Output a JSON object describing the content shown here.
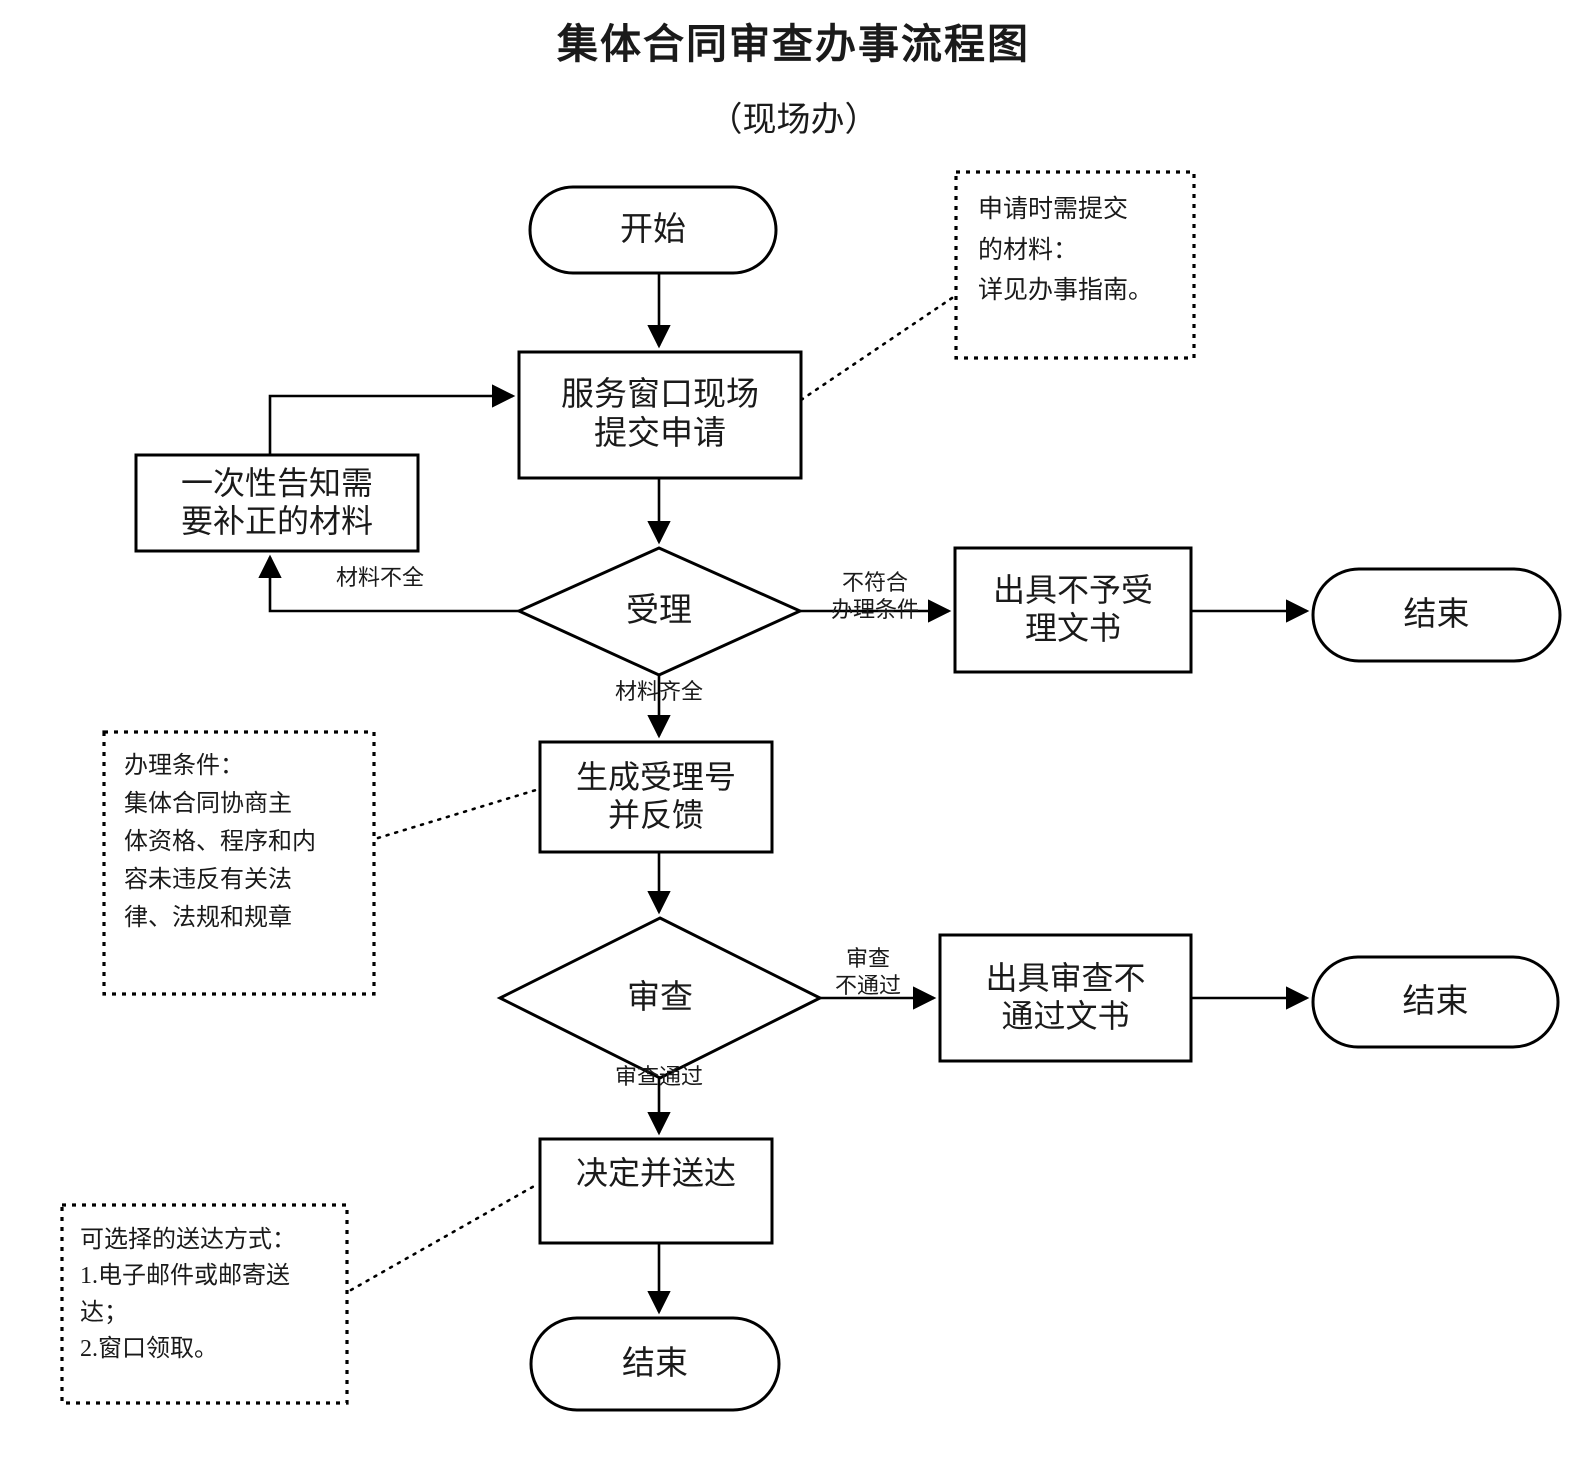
{
  "document": {
    "title": "集体合同审查办事流程图",
    "subtitle": "（现场办）"
  },
  "colors": {
    "stroke": "#000000",
    "fill": "#ffffff",
    "text": "#1a1a1a"
  },
  "nodes": {
    "start": {
      "label": "开始",
      "shape": "terminator"
    },
    "submit": {
      "label": "服务窗口现场\n提交申请",
      "shape": "process"
    },
    "supplement": {
      "label": "一次性告知需\n要补正的材料",
      "shape": "process"
    },
    "accept_decision": {
      "label": "受理",
      "shape": "decision"
    },
    "reject_doc": {
      "label": "出具不予受\n理文书",
      "shape": "process"
    },
    "end_reject": {
      "label": "结束",
      "shape": "terminator"
    },
    "generate_no": {
      "label": "生成受理号\n并反馈",
      "shape": "process"
    },
    "review_decision": {
      "label": "审查",
      "shape": "decision"
    },
    "fail_doc": {
      "label": "出具审查不\n通过文书",
      "shape": "process"
    },
    "end_fail": {
      "label": "结束",
      "shape": "terminator"
    },
    "decide_deliver": {
      "label": "决定并送达",
      "shape": "process"
    },
    "end_success": {
      "label": "结束",
      "shape": "terminator"
    }
  },
  "edge_labels": {
    "materials_incomplete": "材料不全",
    "not_meet_conditions": "不符合\n办理条件",
    "materials_complete": "材料齐全",
    "review_failed": "审查\n不通过",
    "review_passed": "审查通过"
  },
  "notes": {
    "application_materials": "申请时需提交\n的材料：\n详见办事指南。",
    "handling_conditions": "办理条件：\n集体合同协商主\n体资格、程序和内\n容未违反有关法\n律、法规和规章",
    "delivery_methods": "可选择的送达方式：\n1.电子邮件或邮寄送\n达；\n2.窗口领取。"
  }
}
